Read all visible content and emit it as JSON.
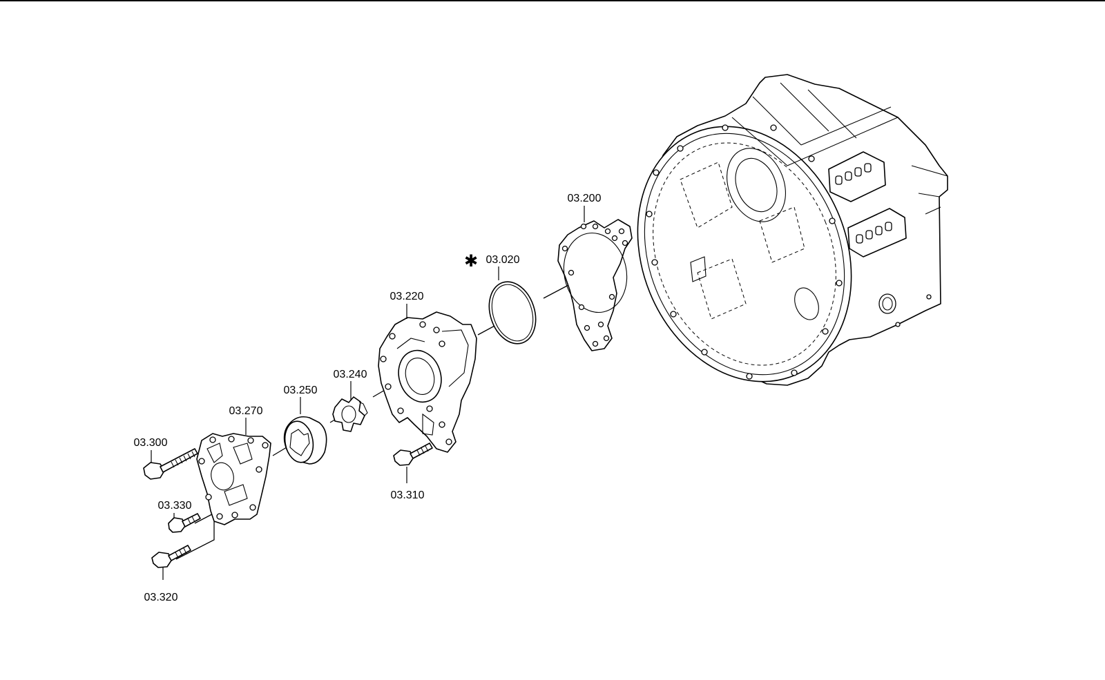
{
  "diagram": {
    "labels": [
      {
        "id": "03.300",
        "text": "03.300"
      },
      {
        "id": "03.330",
        "text": "03.330"
      },
      {
        "id": "03.320",
        "text": "03.320"
      },
      {
        "id": "03.270",
        "text": "03.270"
      },
      {
        "id": "03.250",
        "text": "03.250"
      },
      {
        "id": "03.240",
        "text": "03.240"
      },
      {
        "id": "03.220",
        "text": "03.220"
      },
      {
        "id": "03.310",
        "text": "03.310"
      },
      {
        "id": "03.020",
        "text": "03.020"
      },
      {
        "id": "03.200",
        "text": "03.200"
      }
    ],
    "marker": "✱"
  }
}
